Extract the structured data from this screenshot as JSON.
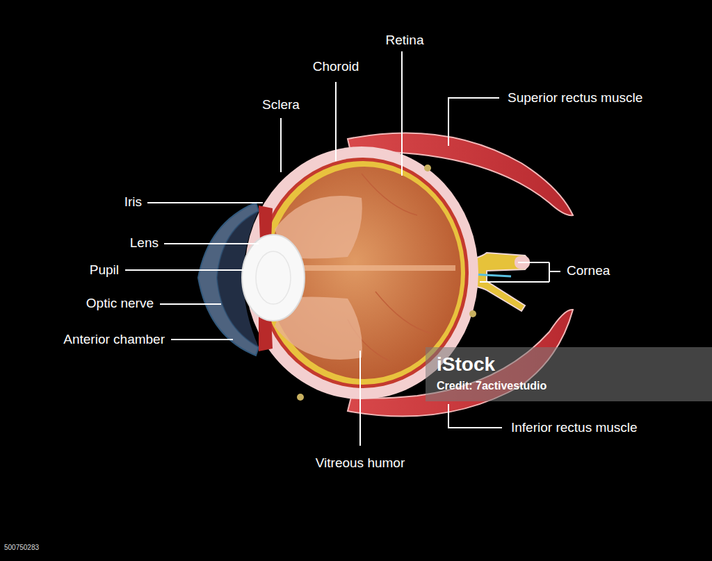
{
  "diagram": {
    "labels": [
      "Retina",
      "Choroid",
      "Sclera",
      "Superior rectus muscle",
      "Iris",
      "Lens",
      "Pupil",
      "Optic nerve",
      "Anterior chamber",
      "Cornea",
      "Inferior rectus muscle",
      "Vitreous humor",
      "iStock",
      "Credit: 7activestudio",
      "500750283"
    ]
  }
}
